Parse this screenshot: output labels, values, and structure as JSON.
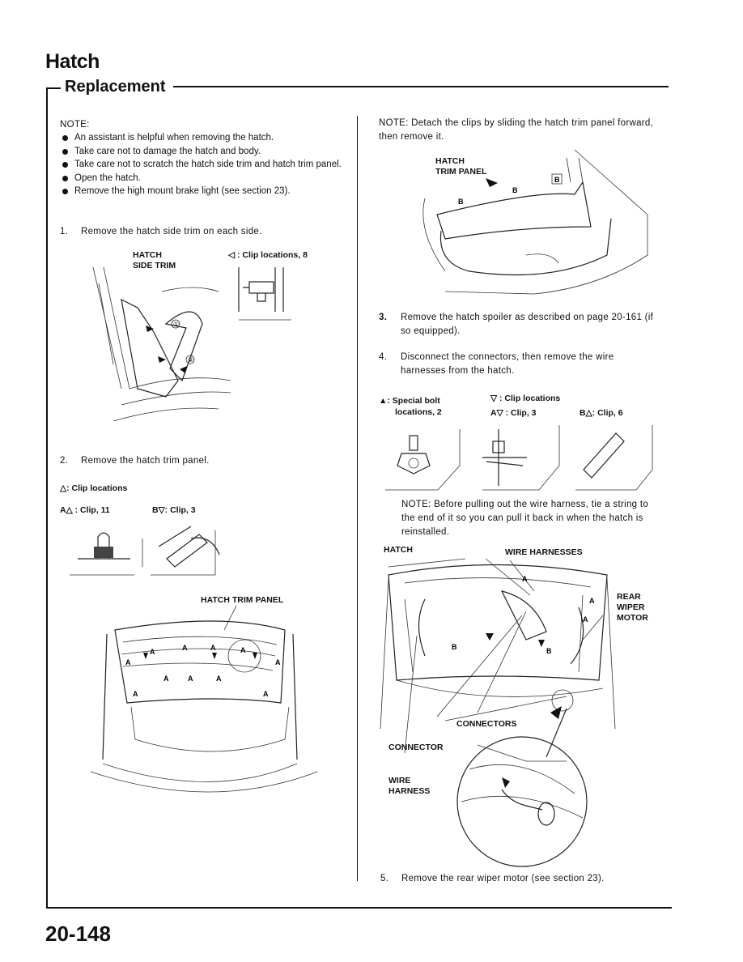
{
  "header": {
    "title": "Hatch",
    "subtitle": "Replacement"
  },
  "left": {
    "note_label": "NOTE:",
    "notes": [
      "An assistant is helpful when removing the hatch.",
      "Take care not to damage the hatch and body.",
      "Take care not to scratch the hatch side trim and hatch trim panel.",
      "Open the hatch.",
      "Remove the high mount brake light (see section 23)."
    ],
    "step1_num": "1.",
    "step1": "Remove the hatch side trim on each side.",
    "fig1_label_line1": "HATCH",
    "fig1_label_line2": "SIDE TRIM",
    "fig1_clip": "◁ : Clip locations, 8",
    "fig1_callout1": "①",
    "fig1_callout2": "②",
    "step2_num": "2.",
    "step2": "Remove the hatch trim panel.",
    "clip_locations": "△: Clip locations",
    "clip_a": "A△ : Clip, 11",
    "clip_b": "B▽: Clip, 3",
    "fig2_label": "HATCH TRIM PANEL",
    "letter_a": "A",
    "letter_b": "B"
  },
  "right": {
    "note_top": "NOTE: Detach the clips by sliding the hatch trim panel forward, then remove it.",
    "fig3_label_line1": "HATCH",
    "fig3_label_line2": "TRIM PANEL",
    "step3_num": "3.",
    "step3": "Remove the hatch spoiler as described on page 20-161 (if so equipped).",
    "step4_num": "4.",
    "step4": "Disconnect the connectors, then remove the wire harnesses from the hatch.",
    "special_bolt_line1": "▲: Special bolt",
    "special_bolt_line2": "locations, 2",
    "clip_locations": "▽ : Clip locations",
    "clip_a": "A▽ : Clip, 3",
    "clip_b": "B△: Clip, 6",
    "note_wire": "NOTE: Before pulling out the wire harness, tie a string to the end of it so you can pull it back in when the hatch is reinstalled.",
    "lbl_hatch": "HATCH",
    "lbl_wire_harnesses": "WIRE HARNESSES",
    "lbl_rear_wiper_line1": "REAR",
    "lbl_rear_wiper_line2": "WIPER",
    "lbl_rear_wiper_line3": "MOTOR",
    "lbl_connectors": "CONNECTORS",
    "lbl_connector": "CONNECTOR",
    "lbl_wire_line1": "WIRE",
    "lbl_wire_line2": "HARNESS",
    "step5_num": "5.",
    "step5": "Remove the rear wiper motor (see section 23)."
  },
  "footer": {
    "page_number": "20-148"
  }
}
